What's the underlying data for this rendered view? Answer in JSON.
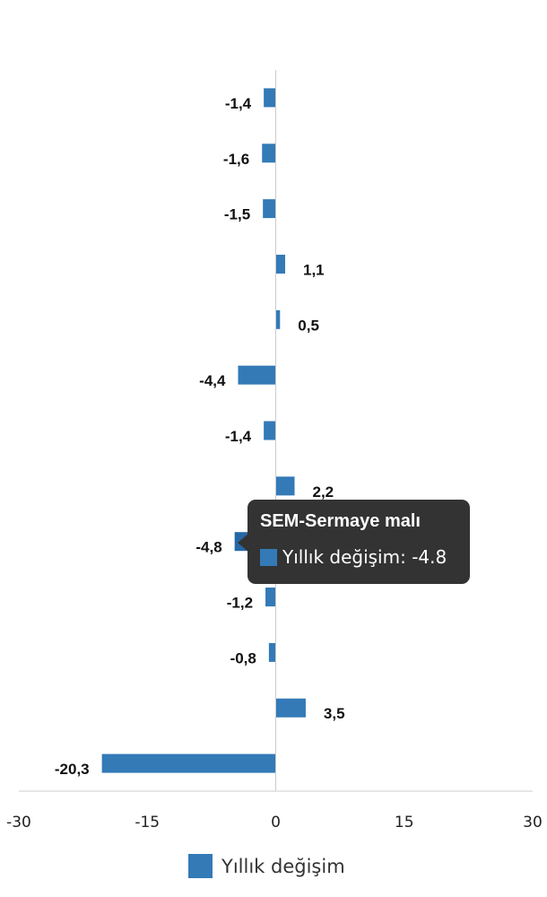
{
  "chart_data": {
    "type": "bar",
    "orientation": "horizontal",
    "series": [
      {
        "name": "Yıllık değişim",
        "values": [
          -1.4,
          -1.6,
          -1.5,
          1.1,
          0.5,
          -4.4,
          -1.4,
          2.2,
          -4.8,
          -1.2,
          -0.8,
          3.5,
          -20.3
        ],
        "labels": [
          "-1,4",
          "-1,6",
          "-1,5",
          "1,1",
          "0,5",
          "-4,4",
          "-1,4",
          "2,2",
          "-4,8",
          "-1,2",
          "-0,8",
          "3,5",
          "-20,3"
        ]
      }
    ],
    "xlim": [
      -30,
      30
    ],
    "xticks": [
      "-30",
      "-15",
      "0",
      "15",
      "30"
    ],
    "xtick_values": [
      -30,
      -15,
      0,
      15,
      30
    ],
    "grid": false,
    "legend_position": "bottom",
    "color": "#337ab7"
  },
  "legend": {
    "label": "Yıllık değişim"
  },
  "tooltip": {
    "title": "SEM-Sermaye malı",
    "series_label": "Yıllık değişim: -4.8",
    "hovered_index": 8
  }
}
